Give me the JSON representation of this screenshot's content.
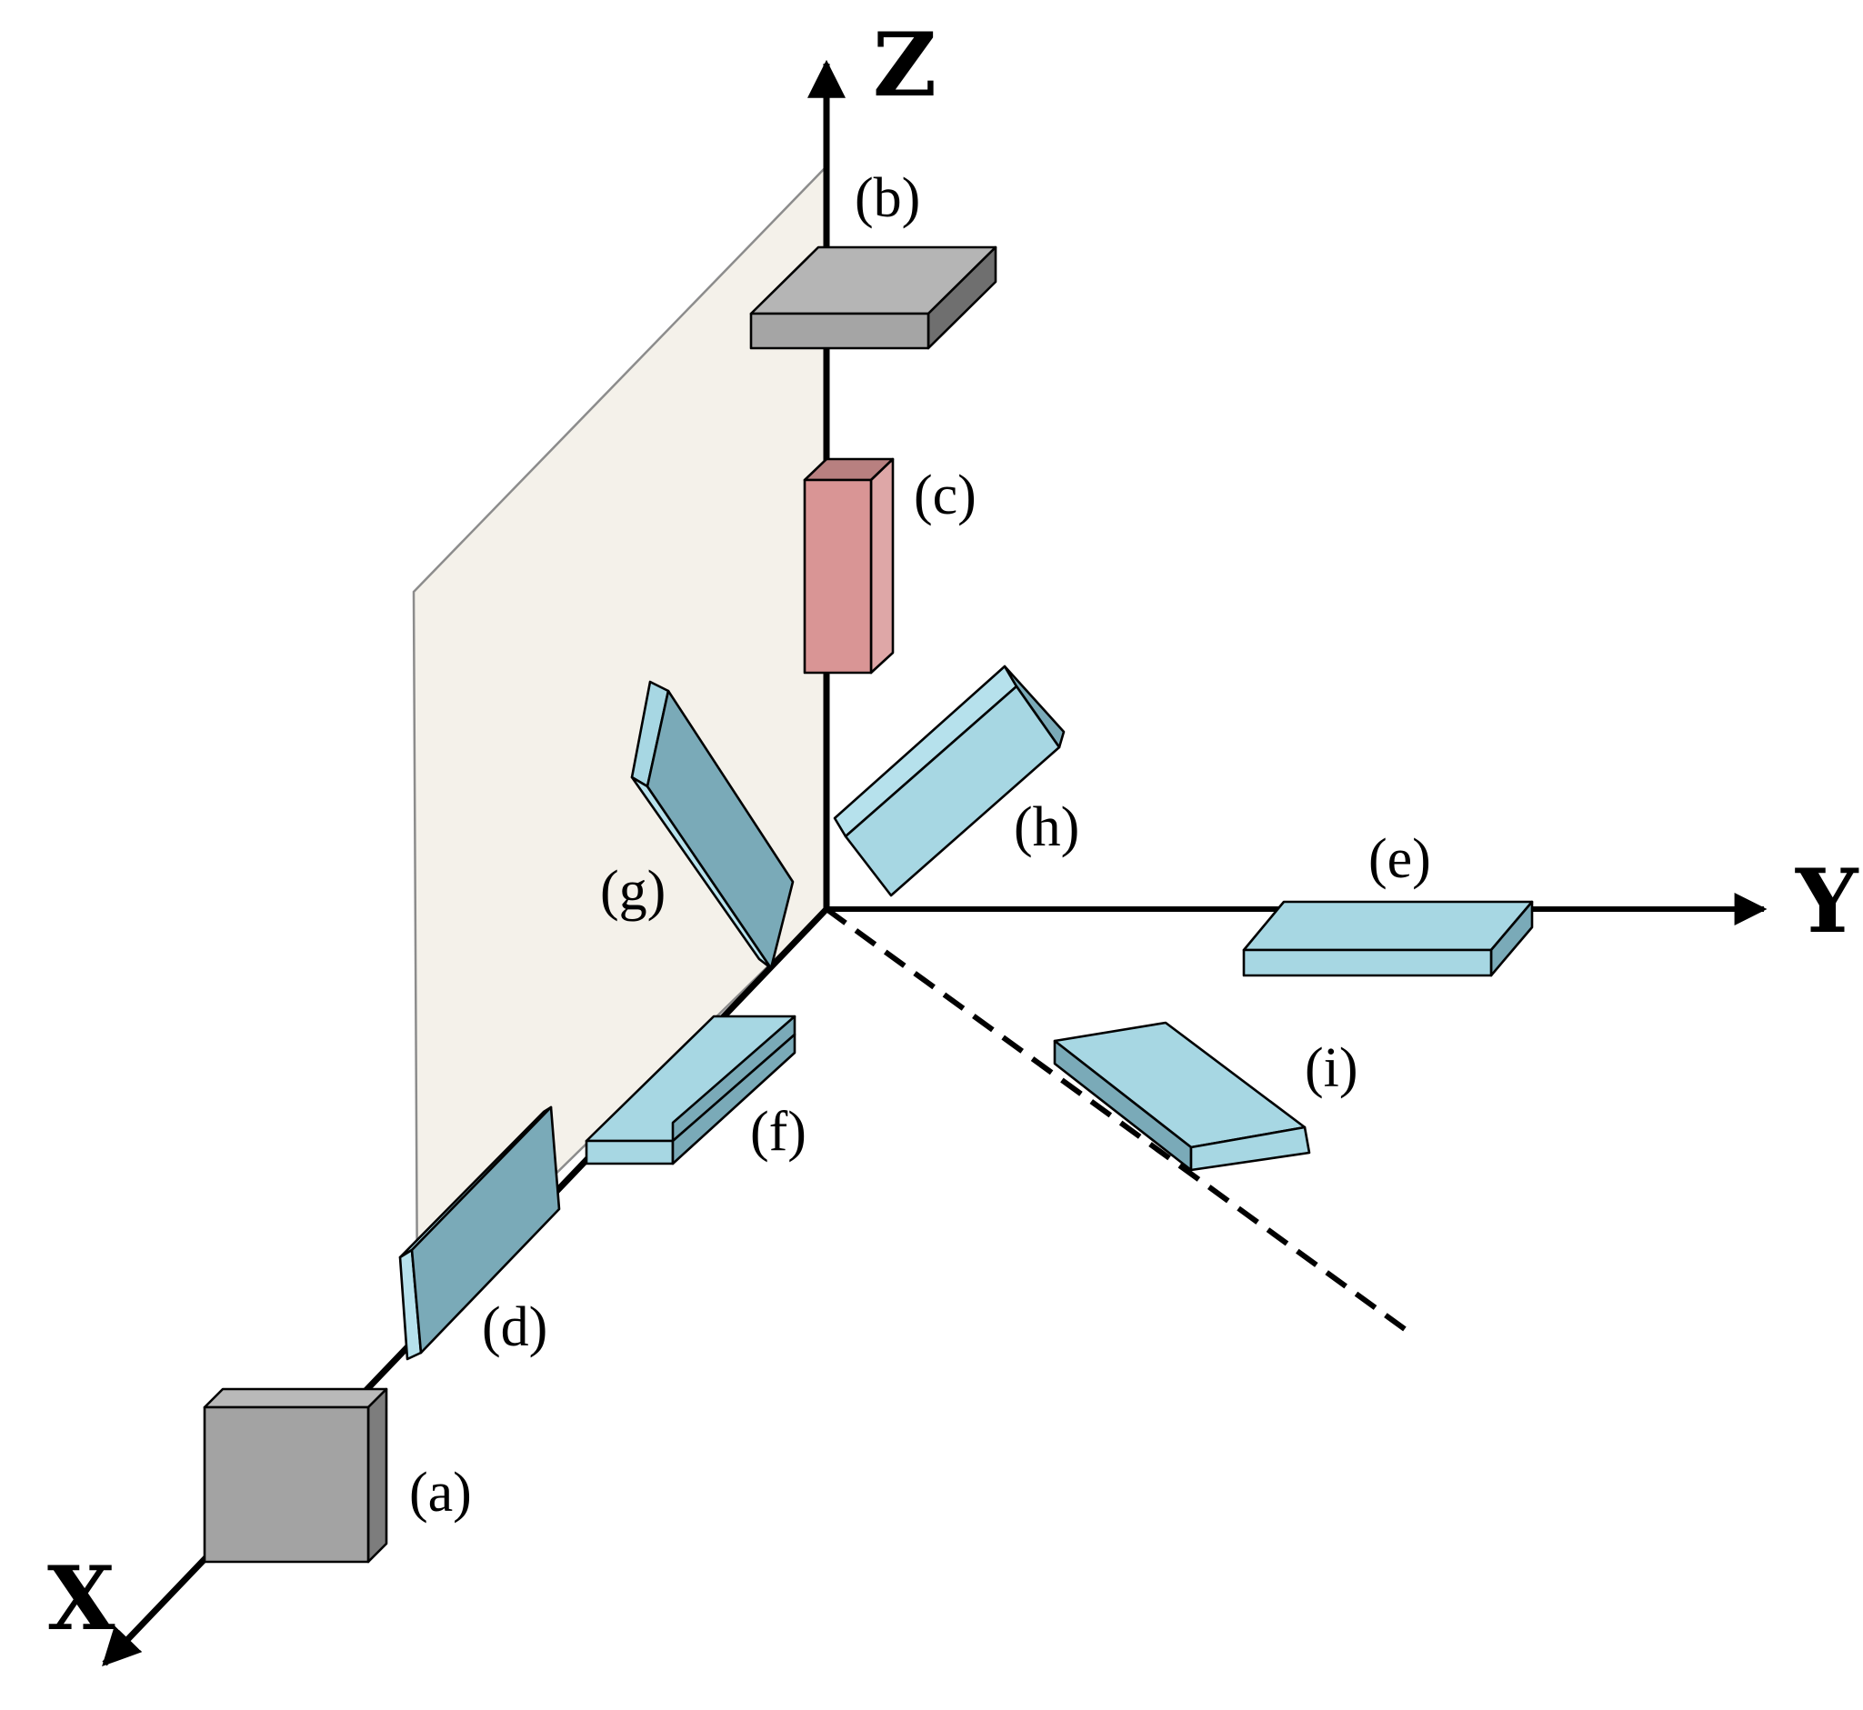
{
  "axes": {
    "x_label": "X",
    "y_label": "Y",
    "z_label": "Z"
  },
  "items": [
    {
      "id": "a",
      "label": "(a)",
      "kind": "cube",
      "color": "#a3a3a3"
    },
    {
      "id": "b",
      "label": "(b)",
      "kind": "flat-slab",
      "color": "#b5b5b5"
    },
    {
      "id": "c",
      "label": "(c)",
      "kind": "upright-block",
      "color": "#d99595"
    },
    {
      "id": "d",
      "label": "(d)",
      "kind": "tilted-plate",
      "color": "#7aaab8"
    },
    {
      "id": "e",
      "label": "(e)",
      "kind": "flat-plate",
      "color": "#a7d7e3"
    },
    {
      "id": "f",
      "label": "(f)",
      "kind": "flat-plate",
      "color": "#a7d7e3"
    },
    {
      "id": "g",
      "label": "(g)",
      "kind": "tilted-plate",
      "color": "#7aaab8"
    },
    {
      "id": "h",
      "label": "(h)",
      "kind": "tilted-plate",
      "color": "#a7d7e3"
    },
    {
      "id": "i",
      "label": "(i)",
      "kind": "flat-plate",
      "color": "#a7d7e3"
    }
  ],
  "colors": {
    "plane": "#f4f1ea",
    "axis": "#000000",
    "gray_block": "#a3a3a3",
    "red_block": "#d99595",
    "blue_plate": "#a7d7e3",
    "blue_plate_dark": "#7aaab8"
  }
}
